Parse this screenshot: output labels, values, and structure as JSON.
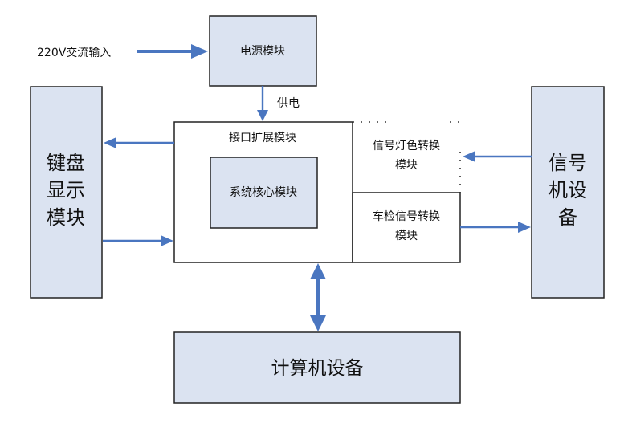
{
  "diagram": {
    "input_label": "220V交流输入",
    "power_module": "电源模块",
    "power_supply_label": "供电",
    "interface_module": "接口扩展模块",
    "core_module": "系统核心模块",
    "signal_light_module": [
      "信号灯色转换",
      "模块"
    ],
    "car_check_module": [
      "车检信号转换",
      "模块"
    ],
    "keyboard_module": [
      "键盘",
      "显示",
      "模块"
    ],
    "signal_device": [
      "信号",
      "机设",
      "备"
    ],
    "computer_device": "计算机设备"
  }
}
